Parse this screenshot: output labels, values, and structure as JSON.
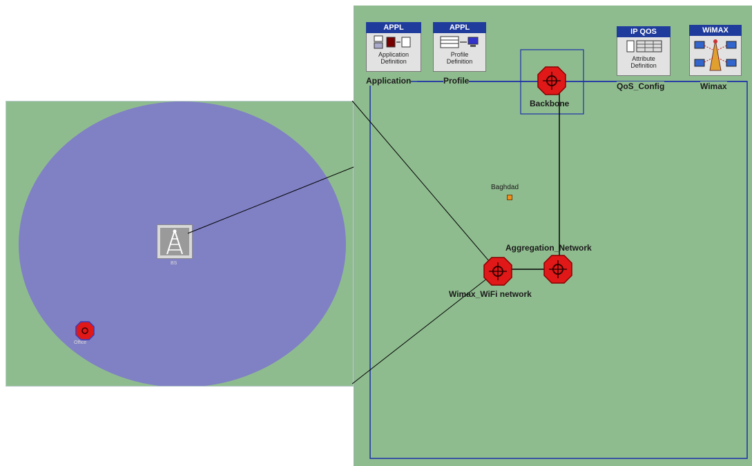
{
  "objects": {
    "application": {
      "badge": "APPL",
      "line1": "Application",
      "line2": "Definition",
      "name": "Application"
    },
    "profile": {
      "badge": "APPL",
      "line1": "Profile",
      "line2": "Definition",
      "name": "Profile"
    },
    "qos": {
      "badge": "IP QOS",
      "line1": "Attribute",
      "line2": "Definition",
      "name": "QoS_Config"
    },
    "wimax": {
      "badge": "WiMAX",
      "name": "Wimax"
    }
  },
  "nodes": {
    "backbone": "Backbone",
    "aggregation": "Aggregation_Network",
    "wimax_wifi": "Wimax_WiFi network",
    "baghdad": "Baghdad"
  },
  "subnet": {
    "base_station": "BS",
    "office": "Office"
  },
  "colors": {
    "canvas": "#8fbc8f",
    "coverage": "#8080c4",
    "router": "#e01818",
    "link": "#1c2fa8",
    "badge": "#1f3c9c"
  }
}
